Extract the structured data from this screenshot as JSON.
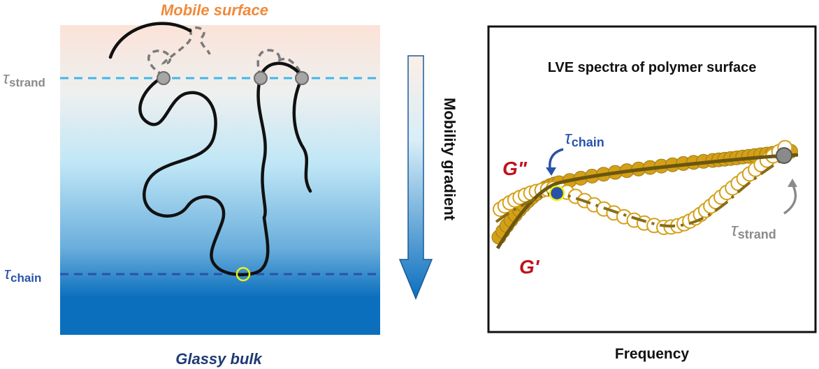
{
  "left_panel": {
    "top_label": "Mobile surface",
    "bottom_label": "Glassy bulk",
    "tau_symbol": "τ",
    "strand_sub": "strand",
    "chain_sub": "chain",
    "gradient_label": "Mobility gradient",
    "colors": {
      "surface_top": "#fbe3d8",
      "mid": "#bfe6f6",
      "bulk": "#0b6fbd",
      "strand_line": "#41b6e6",
      "chain_line": "#2a52a8",
      "top_label": "#f08a3a",
      "bottom_label": "#1f3a75"
    }
  },
  "right_panel": {
    "title": "LVE spectra of polymer surface",
    "xlabel": "Frequency",
    "g_double_prime": "G\"",
    "g_prime": "G'",
    "tau_symbol": "τ",
    "chain_sub": "chain",
    "strand_sub": "strand",
    "colors": {
      "gold": "#d4a017",
      "gold_dark": "#9e7a10",
      "olive": "#6b5610",
      "modulus_label": "#c0121c",
      "tau_chain": "#2a52a8",
      "tau_strand": "#8a8a8a"
    }
  }
}
